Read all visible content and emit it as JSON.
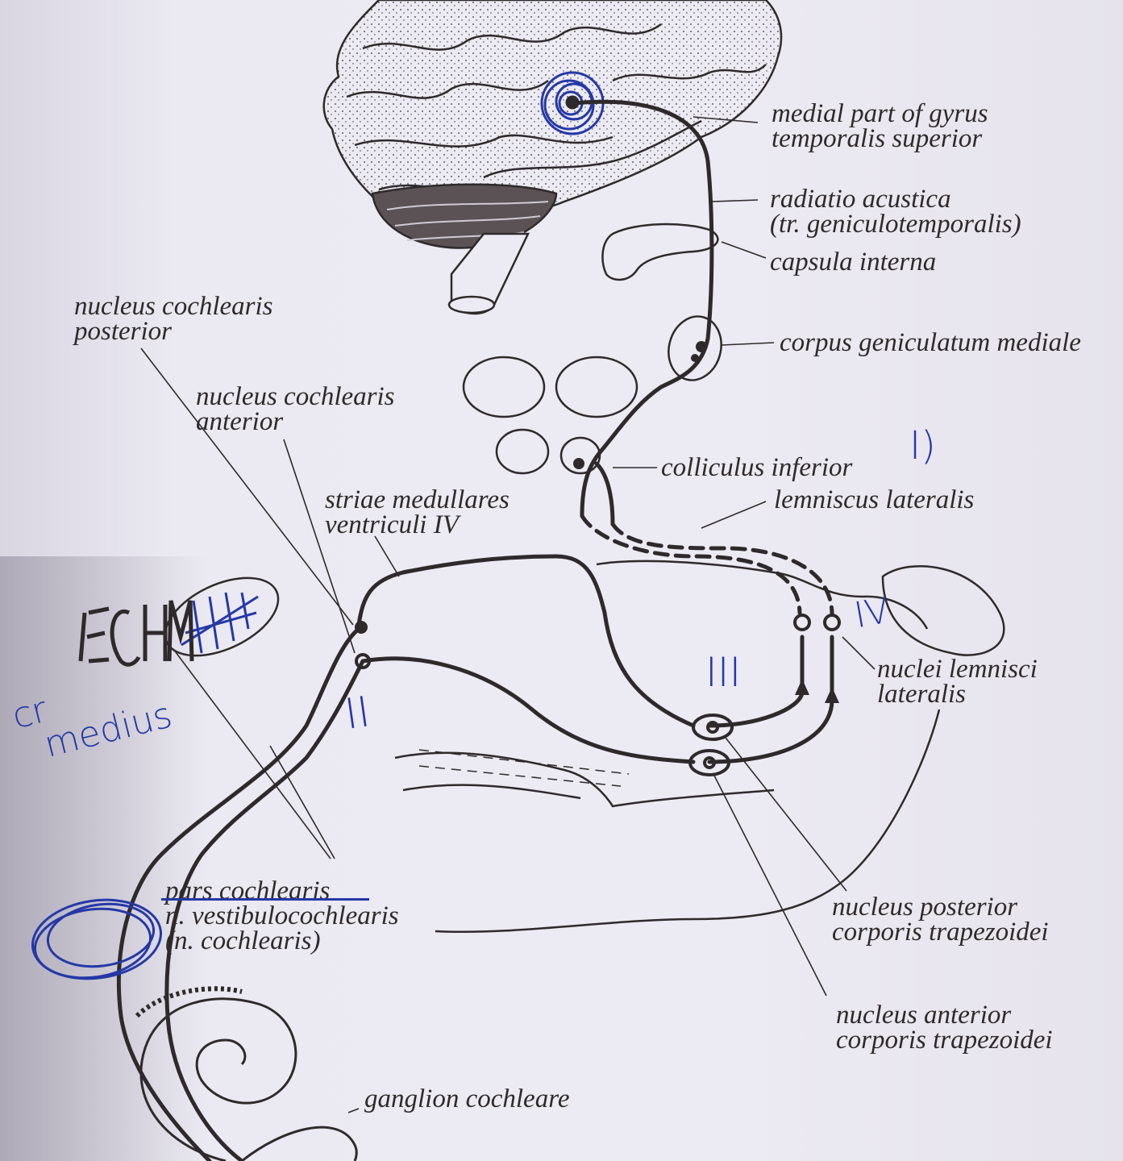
{
  "labels": {
    "gyrus": [
      "medial part of gyrus",
      "temporalis superior"
    ],
    "radiatio": [
      "radiatio acustica",
      "(tr. geniculotemporalis)"
    ],
    "capsula": "capsula interna",
    "corpus_gen": "corpus geniculatum mediale",
    "nc_post": [
      "nucleus cochlearis",
      "posterior"
    ],
    "nc_ant": [
      "nucleus cochlearis",
      "anterior"
    ],
    "striae": [
      "striae medullares",
      "ventriculi IV"
    ],
    "colliculus": "colliculus inferior",
    "lemniscus": "lemniscus lateralis",
    "nuclei_lemn": [
      "nuclei lemnisci",
      "lateralis"
    ],
    "pars_coch": [
      "pars cochlearis",
      "n. vestibulocochlearis",
      "(n. cochlearis)"
    ],
    "nuc_post_trap": [
      "nucleus posterior",
      "corporis trapezoidei"
    ],
    "nuc_ant_trap": [
      "nucleus anterior",
      "corporis trapezoidei"
    ],
    "ganglion": "ganglion cochleare"
  },
  "handwriting": {
    "cr_medius": [
      "cr",
      "medius"
    ],
    "numeral_1": "I)",
    "numeral_2": "II",
    "numeral_3": "III",
    "numeral_4": "IV"
  },
  "colors": {
    "ink": "#2e2a2c",
    "pen": "#2438a8"
  }
}
